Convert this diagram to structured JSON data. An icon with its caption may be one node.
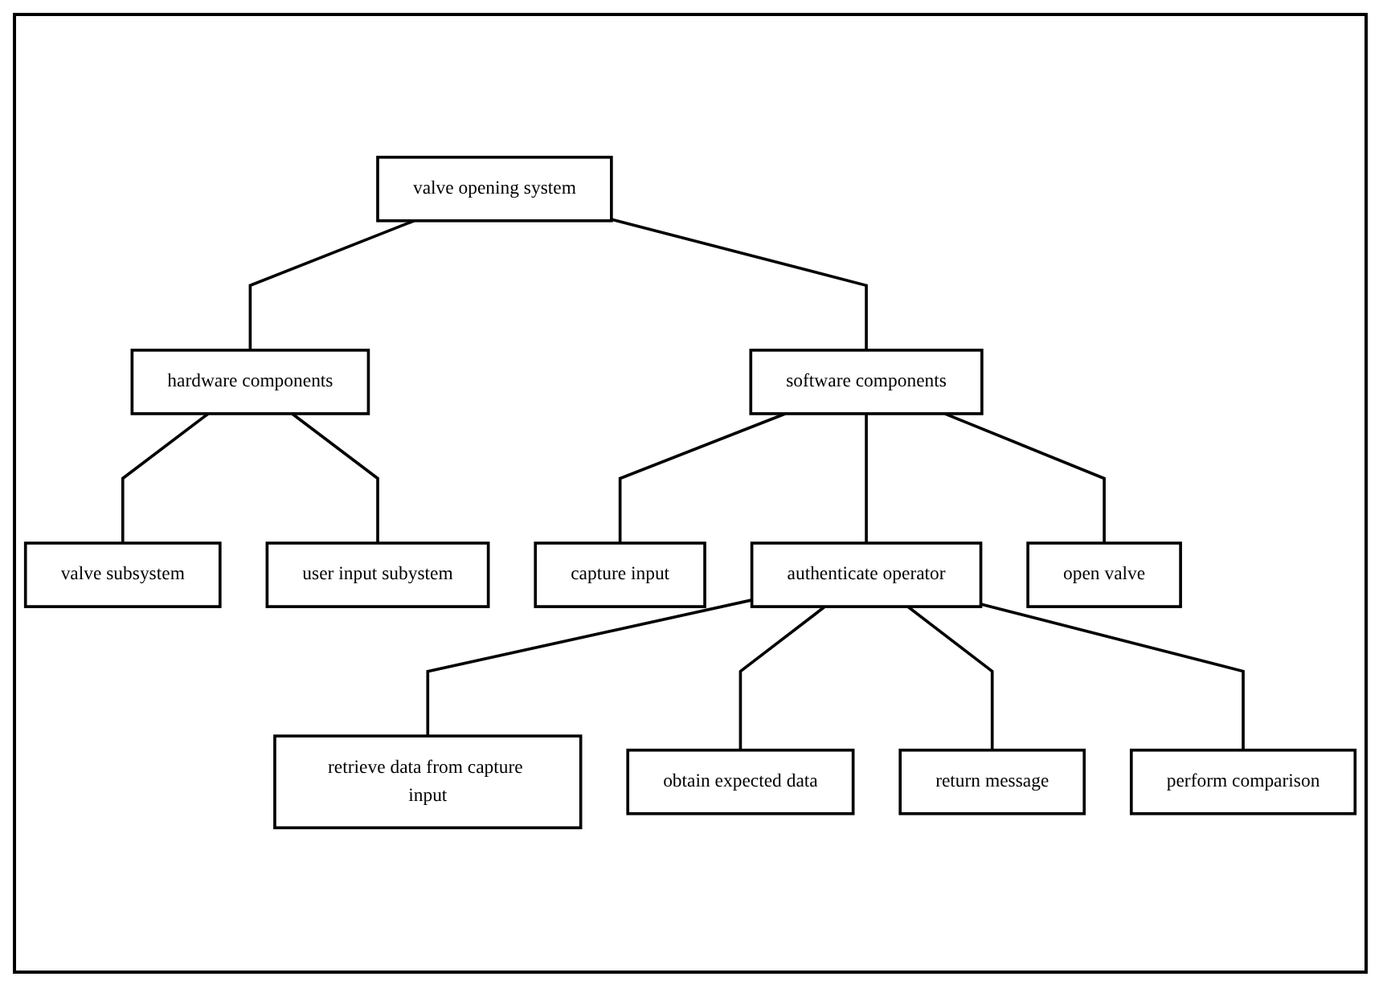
{
  "diagram": {
    "nodes": [
      {
        "text": [
          "valve opening system"
        ]
      },
      {
        "text": [
          "hardware components"
        ]
      },
      {
        "text": [
          "software components"
        ]
      },
      {
        "text": [
          "valve subsystem"
        ]
      },
      {
        "text": [
          "user input subystem"
        ]
      },
      {
        "text": [
          "capture input"
        ]
      },
      {
        "text": [
          "authenticate operator"
        ]
      },
      {
        "text": [
          "open valve"
        ]
      },
      {
        "text": [
          "retrieve data from capture input"
        ]
      },
      {
        "text": [
          "obtain expected data"
        ]
      },
      {
        "text": [
          "return message"
        ]
      },
      {
        "text": [
          "perform comparison"
        ]
      }
    ],
    "edges": [
      {
        "from": 0,
        "to": 1,
        "arrow": "none"
      },
      {
        "from": 0,
        "to": 2,
        "arrow": "none"
      },
      {
        "from": 1,
        "to": 3,
        "arrow": "none"
      },
      {
        "from": 1,
        "to": 4,
        "arrow": "none"
      },
      {
        "from": 2,
        "to": 5,
        "arrow": "none"
      },
      {
        "from": 2,
        "to": 6,
        "arrow": "none"
      },
      {
        "from": 2,
        "to": 7,
        "arrow": "none"
      },
      {
        "from": 6,
        "to": 8,
        "arrow": "none"
      },
      {
        "from": 6,
        "to": 9,
        "arrow": "none"
      },
      {
        "from": 6,
        "to": 10,
        "arrow": "none"
      },
      {
        "from": 6,
        "to": 11,
        "arrow": "none"
      }
    ]
  }
}
